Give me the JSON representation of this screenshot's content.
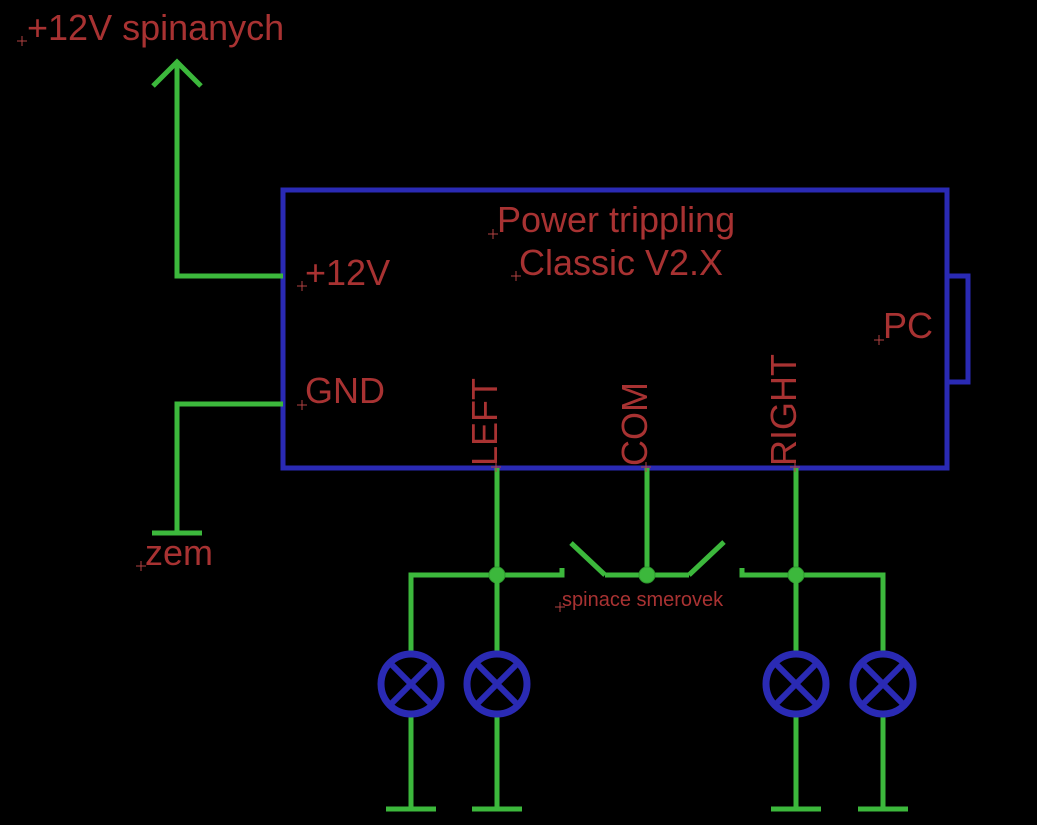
{
  "labels": {
    "supply": "+12V spinanych",
    "ground": "zem",
    "module_title_line1": "Power trippling",
    "module_title_line2": "Classic V2.X",
    "pin_12v": "+12V",
    "pin_gnd": "GND",
    "pin_left": "LEFT",
    "pin_com": "COM",
    "pin_right": "RIGHT",
    "pin_pc": "PC",
    "switch_caption": "spinace smerovek"
  },
  "colors": {
    "wire": "#3cb83c",
    "component": "#2a2ab4",
    "text": "#a83232",
    "background": "#000000"
  }
}
